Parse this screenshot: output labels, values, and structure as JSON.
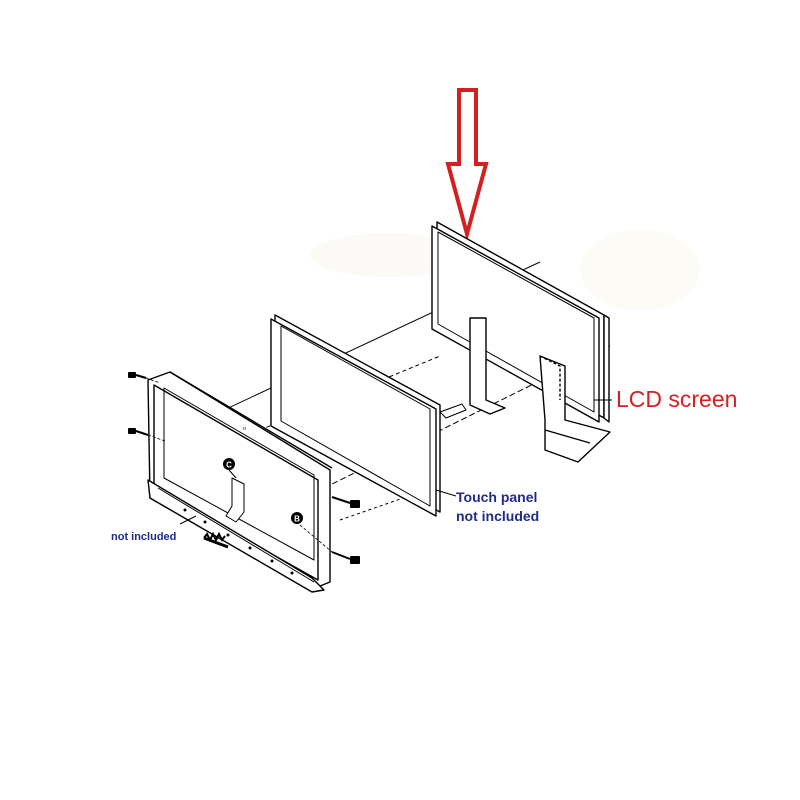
{
  "labels": {
    "lcd_screen": "LCD screen",
    "touch_panel_line1": "Touch panel",
    "touch_panel_line2": "not included",
    "bezel": "not included"
  },
  "callouts": {
    "c": "C",
    "b": "B"
  },
  "colors": {
    "arrow": "#d42020",
    "lcd_label": "#d42020",
    "note_labels": "#1f2a8a",
    "line_art": "#000000"
  },
  "icons": [
    "red-down-arrow-icon",
    "screw-icon",
    "spring-icon"
  ]
}
